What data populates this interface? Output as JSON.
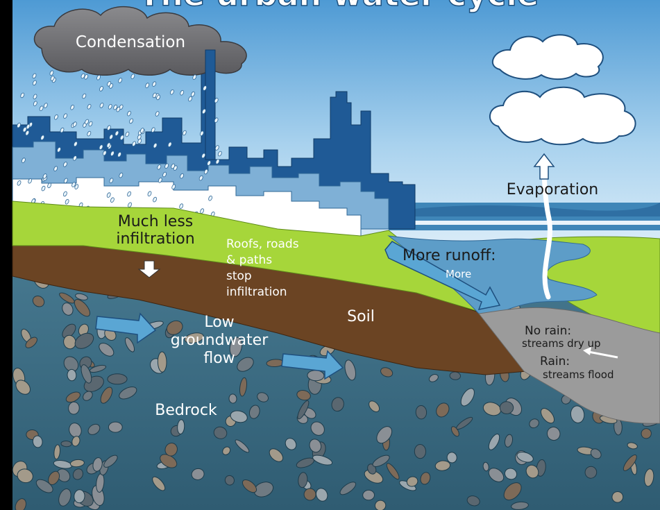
{
  "title": "The urban water cycle",
  "labels": {
    "condensation": "Condensation",
    "evaporation": "Evaporation",
    "much_less_line1": "Much less",
    "much_less_line2": "infiltration",
    "roofs_line1": "Roofs, roads",
    "roofs_line2": "& paths",
    "roofs_line3": "stop",
    "roofs_line4": "infiltration",
    "more_runoff": "More runoff:",
    "more_runoff_sub": "More",
    "soil": "Soil",
    "low_line1": "Low",
    "low_line2": "groundwater",
    "low_line3": "flow",
    "no_rain": "No rain:",
    "streams_dry": "streams dry up",
    "rain": "Rain:",
    "streams_flood": "streams flood",
    "bedrock": "Bedrock"
  },
  "colors": {
    "sky_top": "#5fa6d9",
    "sky_bottom": "#ddeef8",
    "cloud_dark": "#6f6f72",
    "grass": "#a6d63a",
    "soil": "#6b4423",
    "bedrock": "#3c6e86",
    "water": "#5d9dc8",
    "city_dark": "#1f5a96",
    "city_light": "#7fb0d6",
    "arrow_blue": "#5aa6d4",
    "stream_bank": "#9b9b9b"
  }
}
